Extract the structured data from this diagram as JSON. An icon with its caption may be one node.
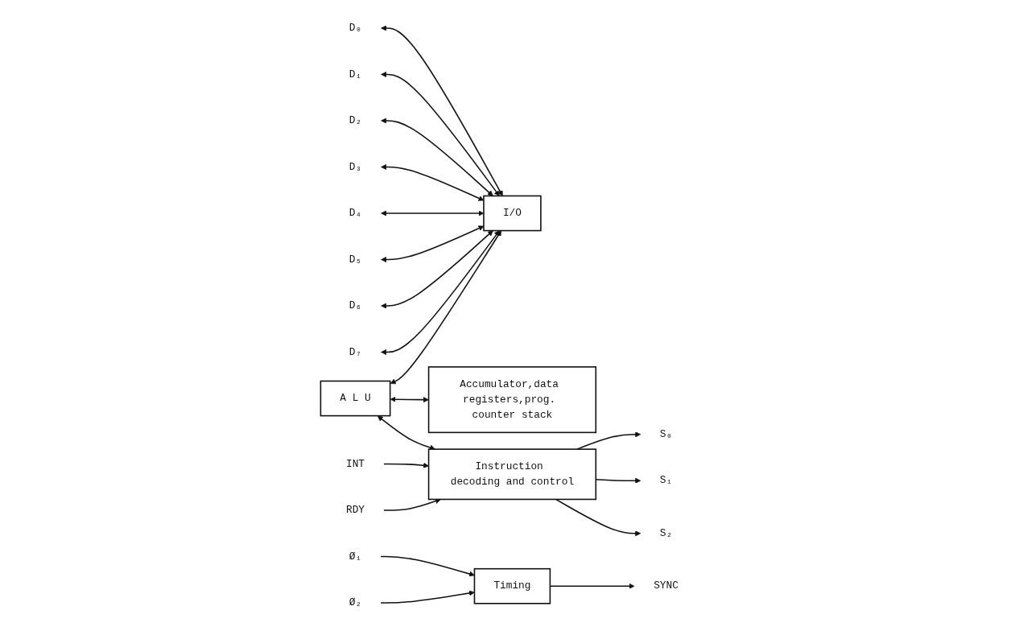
{
  "diagram": {
    "nodes": [
      {
        "text": [
          "I/O"
        ]
      },
      {
        "text": [
          "A L U"
        ]
      },
      {
        "text": [
          "Accumulator,data registers,prog. counter stack"
        ]
      },
      {
        "text": [
          "D₀"
        ]
      },
      {
        "text": [
          "D₁"
        ]
      },
      {
        "text": [
          "D₂"
        ]
      },
      {
        "text": [
          "D₃"
        ]
      },
      {
        "text": [
          "D₄"
        ]
      },
      {
        "text": [
          "D₅"
        ]
      },
      {
        "text": [
          "D₆"
        ]
      },
      {
        "text": [
          "D₇"
        ]
      },
      {
        "text": [
          "Instruction decoding and control"
        ]
      },
      {
        "text": [
          "Timing"
        ]
      },
      {
        "text": [
          "INT"
        ]
      },
      {
        "text": [
          "RDY"
        ]
      },
      {
        "text": [
          "S₀"
        ]
      },
      {
        "text": [
          "S₁"
        ]
      },
      {
        "text": [
          "S₂"
        ]
      },
      {
        "text": [
          "Ø₁"
        ]
      },
      {
        "text": [
          "Ø₂"
        ]
      },
      {
        "text": [
          "SYNC"
        ]
      }
    ],
    "edges": [
      {
        "from": 3,
        "to": 0,
        "arrow": "both"
      },
      {
        "from": 4,
        "to": 0,
        "arrow": "both"
      },
      {
        "from": 5,
        "to": 0,
        "arrow": "both"
      },
      {
        "from": 6,
        "to": 0,
        "arrow": "both"
      },
      {
        "from": 7,
        "to": 0,
        "arrow": "both"
      },
      {
        "from": 8,
        "to": 0,
        "arrow": "both"
      },
      {
        "from": 9,
        "to": 0,
        "arrow": "both"
      },
      {
        "from": 10,
        "to": 0,
        "arrow": "both"
      },
      {
        "from": 1,
        "to": 0,
        "arrow": "both"
      },
      {
        "from": 1,
        "to": 2,
        "arrow": "both"
      },
      {
        "from": 1,
        "to": 11,
        "arrow": "both"
      },
      {
        "from": 13,
        "to": 11,
        "arrow": "to"
      },
      {
        "from": 14,
        "to": 11,
        "arrow": "to"
      },
      {
        "from": 11,
        "to": 15,
        "arrow": "to"
      },
      {
        "from": 11,
        "to": 16,
        "arrow": "to"
      },
      {
        "from": 11,
        "to": 17,
        "arrow": "to"
      },
      {
        "from": 18,
        "to": 12,
        "arrow": "to"
      },
      {
        "from": 19,
        "to": 12,
        "arrow": "to"
      },
      {
        "from": 12,
        "to": 20,
        "arrow": "to"
      }
    ]
  }
}
